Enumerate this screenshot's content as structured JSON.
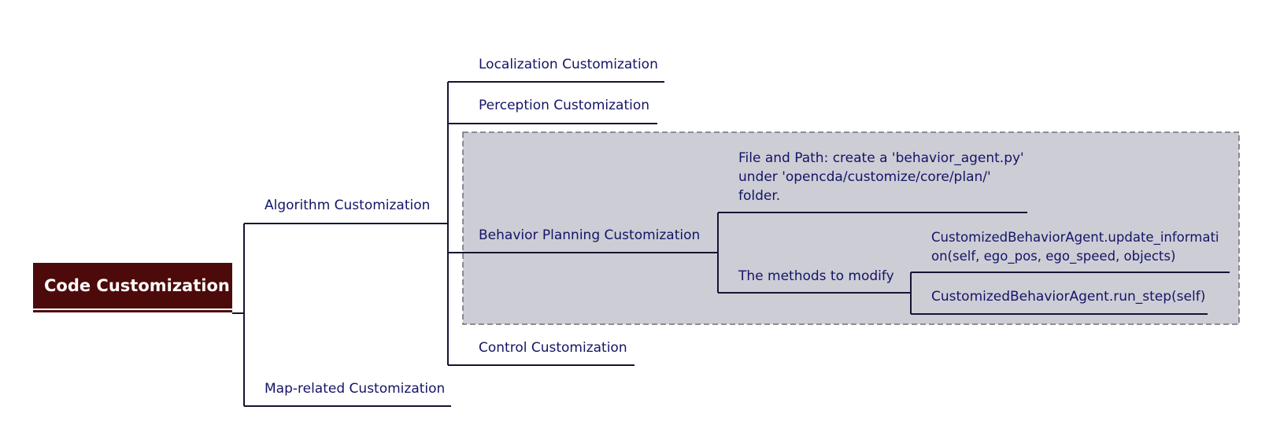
{
  "diagram": {
    "root": "Code Customization",
    "branches": {
      "algorithm": {
        "label": "Algorithm Customization",
        "children": {
          "localization": "Localization Customization",
          "perception": "Perception Customization",
          "behavior": {
            "label": "Behavior Planning Customization",
            "file_path": "File and Path: create a 'behavior_agent.py' under 'opencda/customize/core/plan/' folder.",
            "methods": {
              "label": "The methods to modify",
              "update_information": "CustomizedBehaviorAgent.update_information(self, ego_pos, ego_speed, objects)",
              "run_step": "CustomizedBehaviorAgent.run_step(self)"
            }
          },
          "control": "Control Customization"
        }
      },
      "map": "Map-related Customization"
    },
    "colors": {
      "text": "#141466",
      "line": "#141433",
      "root_fill": "#4d0a0a",
      "highlight_fill": "#cdcdd6",
      "highlight_border": "#5a5a66"
    }
  }
}
